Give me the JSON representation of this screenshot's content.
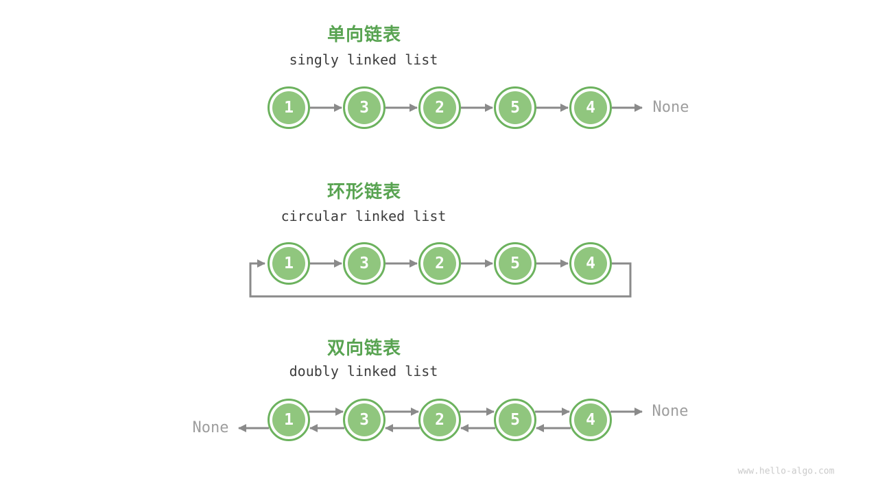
{
  "page": {
    "watermark": "www.hello-algo.com",
    "background_color": "#ffffff"
  },
  "colors": {
    "title_green": "#58A351",
    "node_fill_green": "#90C67E",
    "node_stroke_green": "#6CB25E",
    "node_text": "#ffffff",
    "arrow_gray": "#8A8A8A",
    "none_text_gray": "#9E9E9E",
    "subtitle_dark": "#3C3C3C",
    "watermark_gray": "#CACACA"
  },
  "sections": [
    {
      "id": "singly",
      "title": "单向链表",
      "subtitle": "singly linked list",
      "nodes": [
        "1",
        "3",
        "2",
        "5",
        "4"
      ],
      "tail_label": "None"
    },
    {
      "id": "circular",
      "title": "环形链表",
      "subtitle": "circular linked list",
      "nodes": [
        "1",
        "3",
        "2",
        "5",
        "4"
      ]
    },
    {
      "id": "doubly",
      "title": "双向链表",
      "subtitle": "doubly linked list",
      "nodes": [
        "1",
        "3",
        "2",
        "5",
        "4"
      ],
      "head_label": "None",
      "tail_label": "None"
    }
  ]
}
